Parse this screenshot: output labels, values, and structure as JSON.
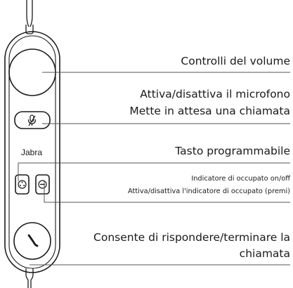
{
  "brand": "Jabra",
  "callouts": {
    "volume": "Controlli del volume",
    "mute_line1": "Attiva/disattiva il microfono",
    "mute_line2": "Mette in attesa una chiamata",
    "programmable": "Tasto programmabile",
    "busy_line1": "Indicatore di occupato on/off",
    "busy_line2": "Attiva/disattiva l'indicatore di occupato (premi)",
    "answer_line1": "Consente di rispondere/terminare la",
    "answer_line2": "chiamata"
  },
  "icons": {
    "mute": "microphone-muted-icon",
    "programmable": "programmable-button-icon",
    "busy": "busy-indicator-icon",
    "call": "phone-handset-icon"
  },
  "colors": {
    "line": "#1a1a1a",
    "leader": "#555555",
    "background": "#ffffff"
  }
}
